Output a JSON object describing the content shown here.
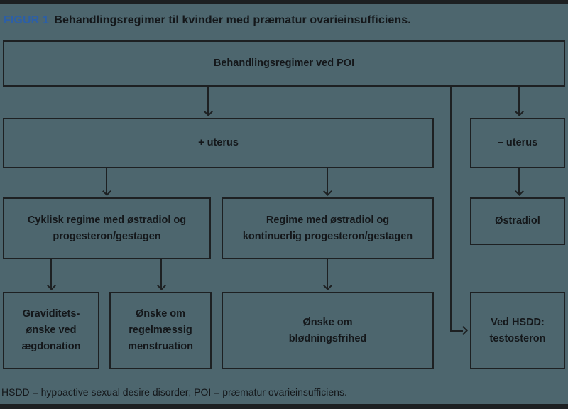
{
  "header": {
    "figure_label": "FIGUR 1",
    "title": "Behandlingsregimer til kvinder med præmatur ovarieinsufficiens."
  },
  "flowchart": {
    "root": "Behandlingsregimer ved POI",
    "uterus_plus": "+ uterus",
    "uterus_minus": "– uterus",
    "cyclic_regime": "Cyklisk regime med østradiol og\nprogesteron/gestagen",
    "continuous_regime": "Regime med østradiol og\nkontinuerlig progesteron/gestagen",
    "estradiol": "Østradiol",
    "pregnancy_egg_donation": "Graviditets-\nønske ved\nægdonation",
    "regular_menstruation": "Ønske om\nregelmæssig\nmenstruation",
    "bleeding_freedom": "Ønske om\nblødningsfrihed",
    "hsdd_testosterone": "Ved HSDD:\ntestosteron"
  },
  "footer": {
    "note": "HSDD = hypoactive sexual desire disorder; POI = præmatur ovarieinsufficiens."
  },
  "colors": {
    "background": "#4d666e",
    "line": "#1d2022",
    "text": "#14171a",
    "figure_label_blue": "#2c5fa7"
  }
}
